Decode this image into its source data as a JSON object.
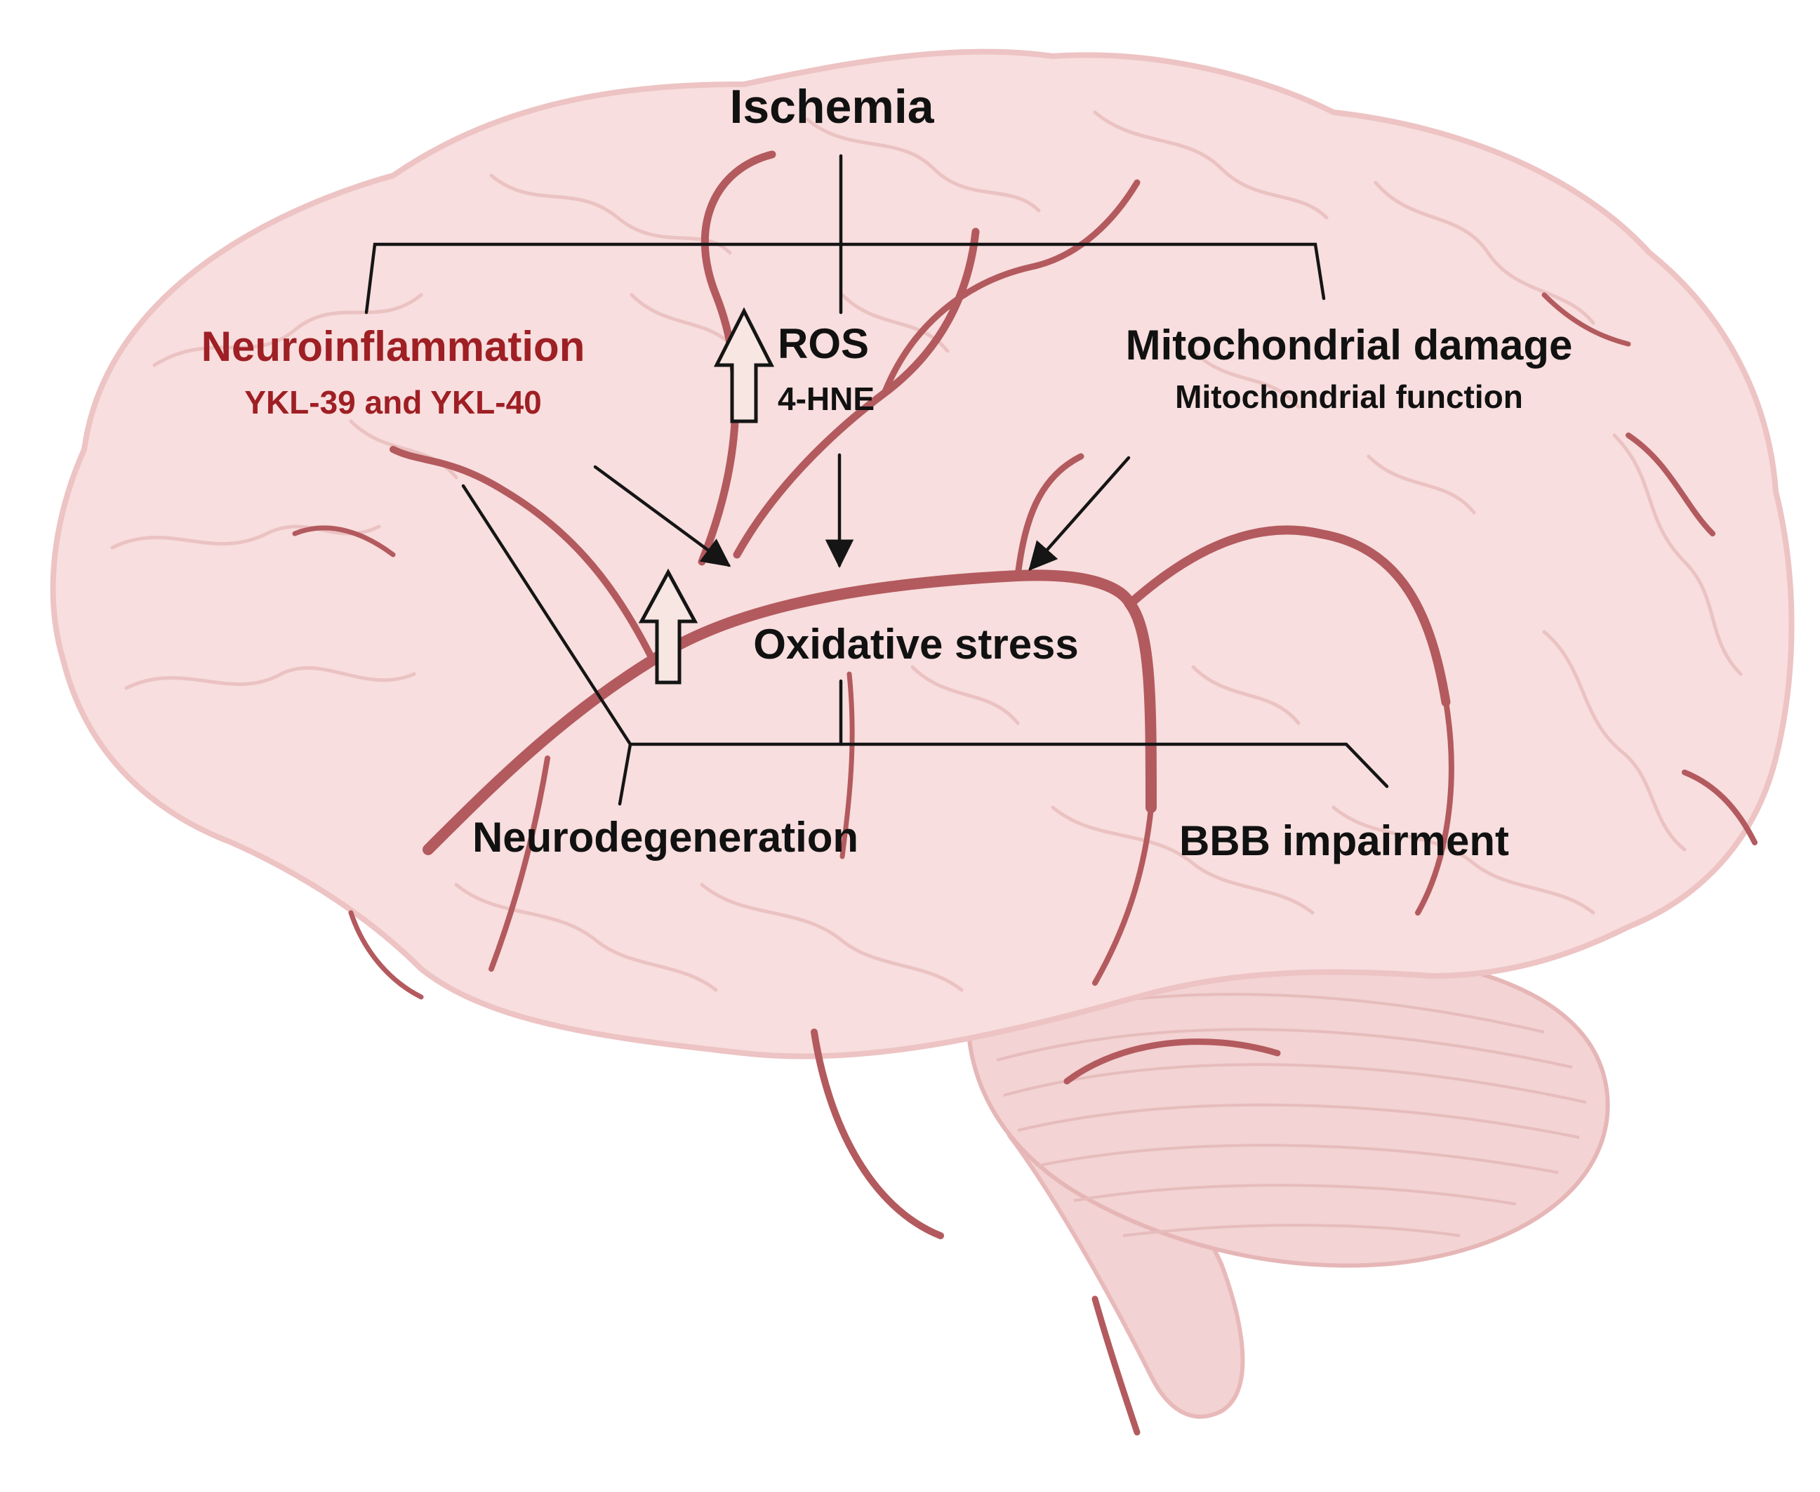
{
  "diagram": {
    "top_cause": "Ischemia",
    "neuroinflammation": {
      "title": "Neuroinflammation",
      "subtitle": "YKL-39 and YKL-40"
    },
    "ros": {
      "title": "ROS",
      "subtitle": "4-HNE"
    },
    "mitochondria": {
      "title": "Mitochondrial damage",
      "subtitle": "Mitochondrial function"
    },
    "central": "Oxidative stress",
    "outcomes": {
      "left": "Neurodegeneration",
      "right": "BBB impairment"
    }
  },
  "colors": {
    "brain_fill": "#f7dcdc",
    "brain_outline": "#eec4c4",
    "vessel": "#b35a5e",
    "highlight_text": "#9e1f24",
    "text": "#111111"
  }
}
